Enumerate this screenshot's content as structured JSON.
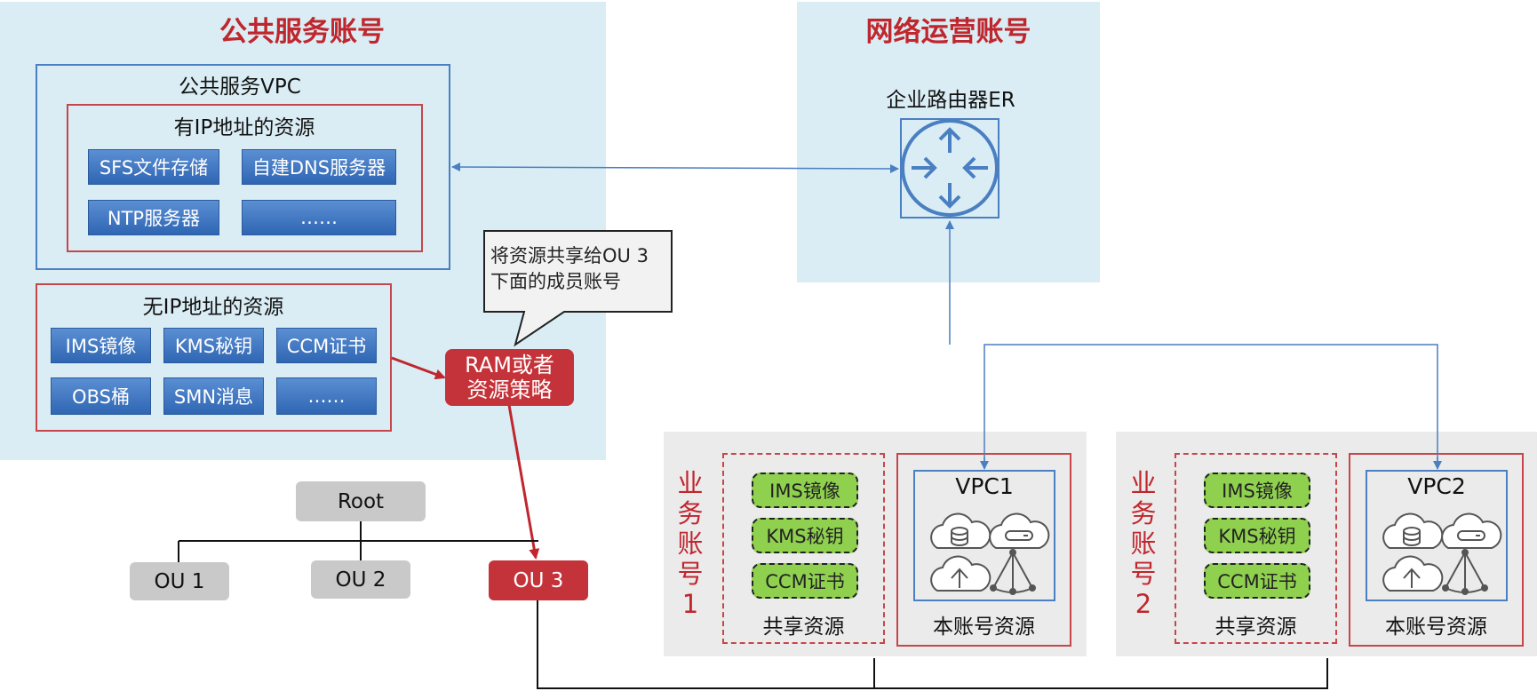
{
  "public_account": {
    "title": "公共服务账号",
    "vpc_title": "公共服务VPC",
    "ip_resources": {
      "title": "有IP地址的资源",
      "items": [
        "SFS文件存储",
        "自建DNS服务器",
        "NTP服务器",
        "……"
      ]
    },
    "non_ip_resources": {
      "title": "无IP地址的资源",
      "items": [
        "IMS镜像",
        "KMS秘钥",
        "CCM证书",
        "OBS桶",
        "SMN消息",
        "……"
      ]
    }
  },
  "network_account": {
    "title": "网络运营账号",
    "router_label": "企业路由器ER"
  },
  "callout": {
    "line1": "将资源共享给OU 3",
    "line2": "下面的成员账号"
  },
  "ram_policy": {
    "line1": "RAM或者",
    "line2": "资源策略"
  },
  "org_tree": {
    "root": "Root",
    "ous": [
      "OU 1",
      "OU 2",
      "OU 3"
    ]
  },
  "business_accounts": [
    {
      "label_chars": [
        "业",
        "务",
        "账",
        "号",
        "1"
      ],
      "shared_items": [
        "IMS镜像",
        "KMS秘钥",
        "CCM证书"
      ],
      "shared_label": "共享资源",
      "vpc_label": "VPC1",
      "own_label": "本账号资源"
    },
    {
      "label_chars": [
        "业",
        "务",
        "账",
        "号",
        "2"
      ],
      "shared_items": [
        "IMS镜像",
        "KMS秘钥",
        "CCM证书"
      ],
      "shared_label": "共享资源",
      "vpc_label": "VPC2",
      "own_label": "本账号资源"
    }
  ],
  "colors": {
    "region_bg": "#daedf4",
    "accent_red": "#c0262d",
    "tile_blue": "#3d73bd",
    "green": "#8fd14f",
    "panel_gray": "#ebebeb"
  }
}
